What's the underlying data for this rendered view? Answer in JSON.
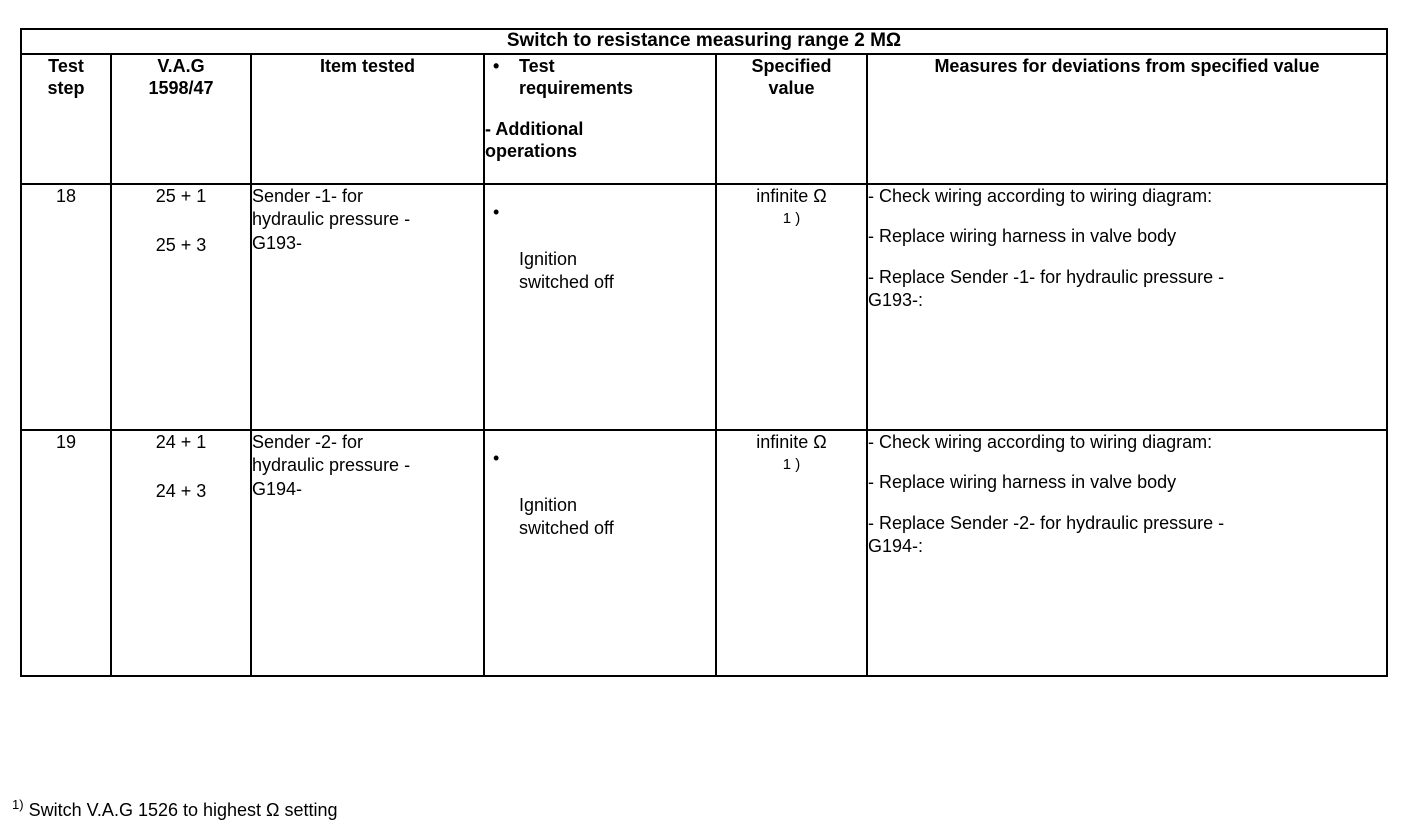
{
  "table": {
    "title": "Switch to resistance measuring range 2 MΩ",
    "headers": {
      "test_step": "Test\nstep",
      "vag": "V.A.G\n1598/47",
      "item_tested": "Item tested",
      "requirements_bullet": "Test\nrequirements",
      "requirements_dash": "- Additional\noperations",
      "specified_value": "Specified\nvalue",
      "measures": "Measures for deviations from specified value"
    },
    "bullet_glyph": "•",
    "rows": [
      {
        "test_step": "18",
        "vag_line_1": "25 + 1",
        "vag_line_2": "25 + 3",
        "item_tested": "Sender -1- for\nhydraulic pressure -\nG193-",
        "requirement": "Ignition\nswitched off",
        "specified_value": "infinite Ω",
        "specified_value_footnote_ref": "1 )",
        "measures": [
          "- Check wiring according to wiring diagram:",
          "- Replace wiring harness in valve body",
          "- Replace Sender -1- for hydraulic pressure -\nG193-:"
        ]
      },
      {
        "test_step": "19",
        "vag_line_1": "24 + 1",
        "vag_line_2": "24 + 3",
        "item_tested": "Sender -2- for\nhydraulic pressure -\nG194-",
        "requirement": "Ignition\nswitched off",
        "specified_value": "infinite Ω",
        "specified_value_footnote_ref": "1 )",
        "measures": [
          "- Check wiring according to wiring diagram:",
          "- Replace wiring harness in valve body",
          "- Replace Sender -2- for hydraulic pressure -\nG194-:"
        ]
      }
    ]
  },
  "footnote": {
    "marker": "1)",
    "text": " Switch V.A.G 1526 to highest Ω setting"
  }
}
